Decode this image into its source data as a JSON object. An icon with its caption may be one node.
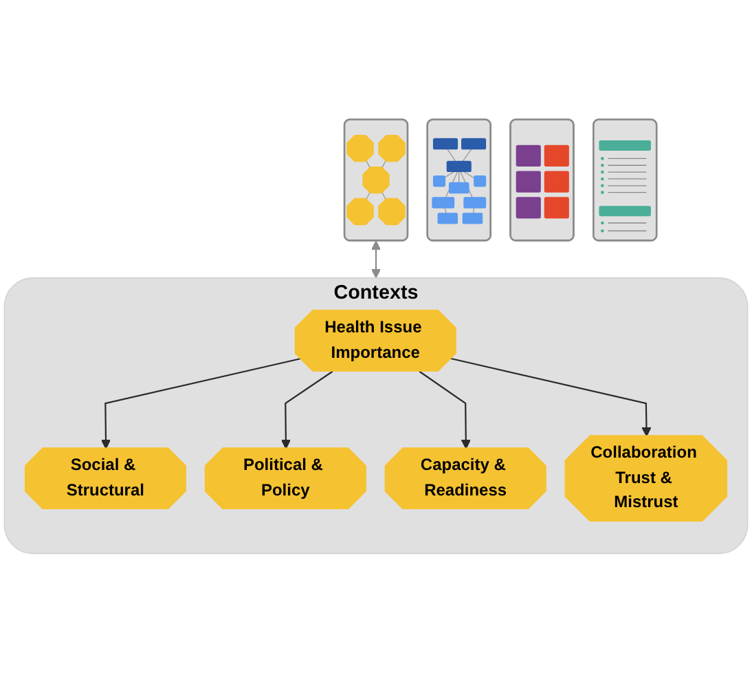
{
  "diagram": {
    "nodes": [
      {
        "text": [],
        "shape": "picture"
      },
      {
        "text": [],
        "shape": "picture"
      },
      {
        "text": [],
        "shape": "picture"
      },
      {
        "text": [],
        "shape": "picture"
      },
      {
        "text": [
          "Contexts"
        ]
      },
      {
        "text": [
          "Social & Structural"
        ],
        "in": 4
      },
      {
        "text": [
          "Political & Policy"
        ],
        "in": 4
      },
      {
        "text": [
          "Health Issue Importance"
        ],
        "in": 4
      },
      {
        "text": [
          "Capacity & Readiness"
        ],
        "in": 4
      },
      {
        "text": [
          "Collaboration Trust & Mistrust"
        ],
        "in": 4
      }
    ],
    "edges": [
      {
        "from": 0,
        "to": 4,
        "arrow": "both",
        "color": "#8c8c8c"
      },
      {
        "from": 7,
        "to": 5,
        "arrow": "to"
      },
      {
        "from": 7,
        "to": 6,
        "arrow": "to"
      },
      {
        "from": 7,
        "to": 8,
        "arrow": "to"
      },
      {
        "from": 7,
        "to": 9,
        "arrow": "to"
      }
    ]
  }
}
